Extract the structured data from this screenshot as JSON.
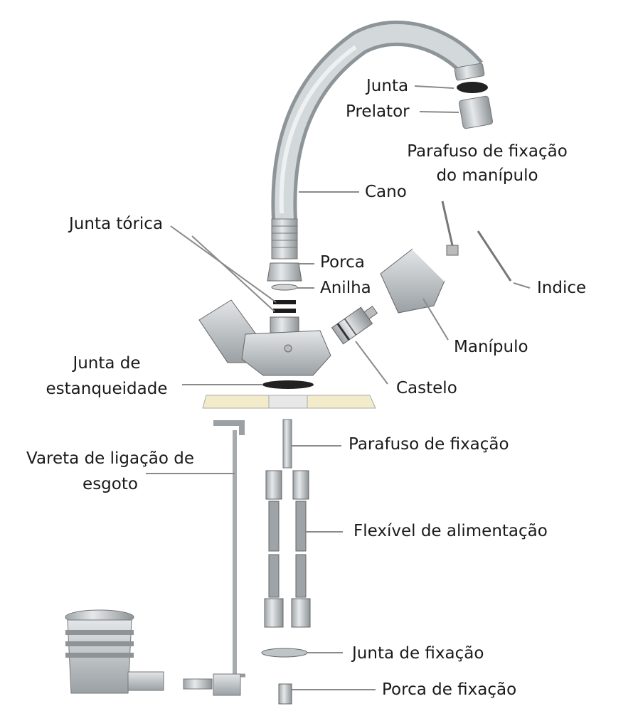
{
  "labels": {
    "junta": "Junta",
    "prelator": "Prelator",
    "parafuso_manipulo_l1": "Parafuso de fixação",
    "parafuso_manipulo_l2": "do manípulo",
    "cano": "Cano",
    "junta_torica": "Junta tórica",
    "porca": "Porca",
    "anilha": "Anilha",
    "indice": "Indice",
    "manipulo": "Manípulo",
    "junta_estanq_l1": "Junta de",
    "junta_estanq_l2": "estanqueidade",
    "castelo": "Castelo",
    "parafuso_fixacao": "Parafuso de fixação",
    "vareta_l1": "Vareta de ligação de",
    "vareta_l2": "esgoto",
    "flexivel": "Flexível de alimentação",
    "junta_fixacao": "Junta de fixação",
    "porca_fixacao": "Porca de fixação"
  }
}
